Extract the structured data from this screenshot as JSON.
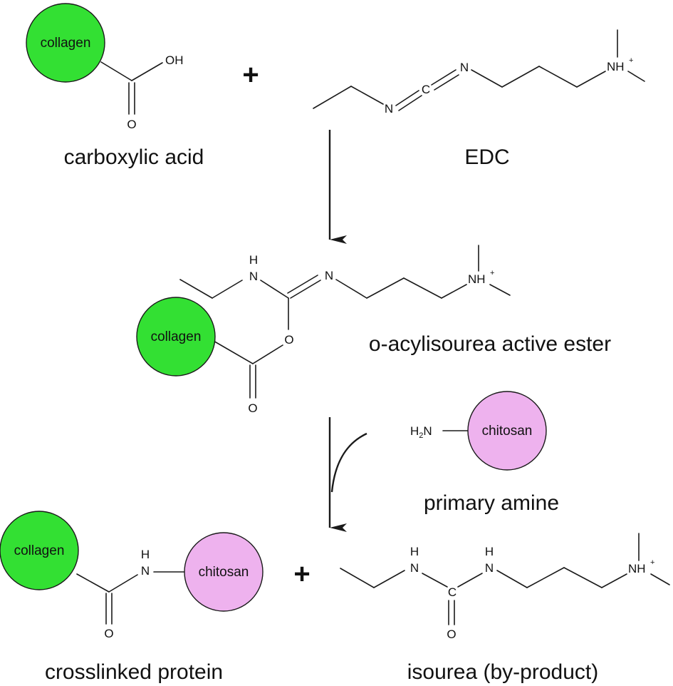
{
  "colors": {
    "collagen": "#33e033",
    "chitosan": "#eeb2ee",
    "ink": "#1a1a1a"
  },
  "labels": {
    "collagen": "collagen",
    "chitosan": "chitosan",
    "carboxylic_acid": "carboxylic acid",
    "edc": "EDC",
    "active_ester": "o-acylisourea active ester",
    "primary_amine": "primary amine",
    "crosslinked_protein": "crosslinked protein",
    "isourea": "isourea (by-product)",
    "plus": "+"
  },
  "atoms": {
    "oh": "OH",
    "o": "O",
    "n": "N",
    "c": "C",
    "h": "H",
    "nh": "NH",
    "plus_charge": "+",
    "h2": "H",
    "h2_sub": "2",
    "n_amine": "N"
  }
}
